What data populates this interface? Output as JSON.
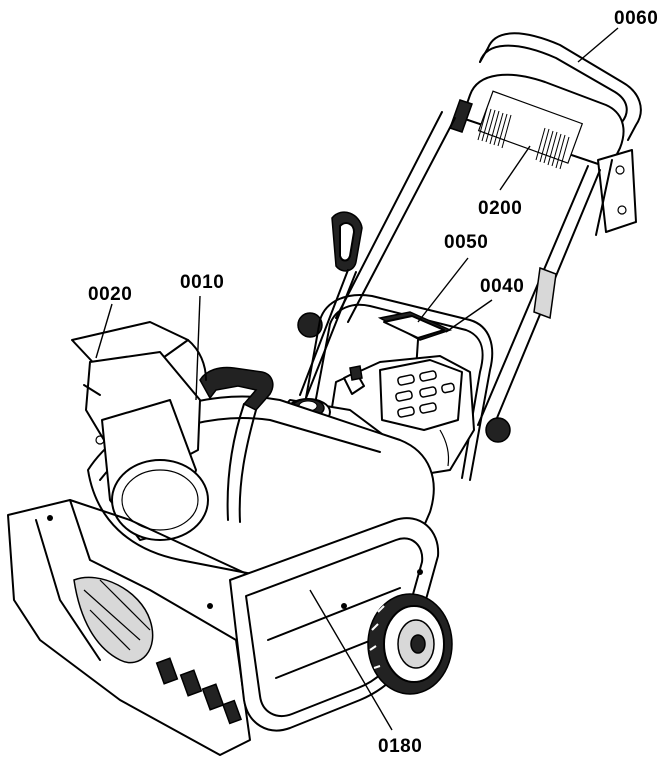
{
  "callouts": {
    "c0060": "0060",
    "c0200": "0200",
    "c0050": "0050",
    "c0040": "0040",
    "c0020": "0020",
    "c0010": "0010",
    "c0180": "0180"
  }
}
